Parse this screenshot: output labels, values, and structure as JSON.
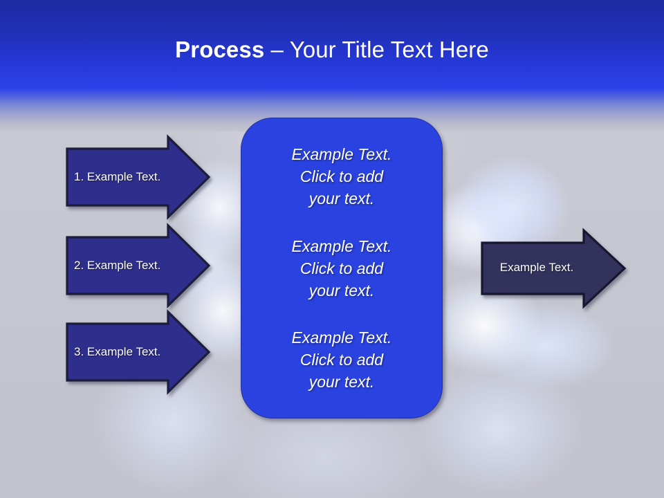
{
  "slide": {
    "title": {
      "emphasis": "Process",
      "separator": " – ",
      "rest": "Your Title Text Here",
      "full": "Process – Your Title Text Here"
    },
    "colors": {
      "band_top": "#1d2aa0",
      "band_bright": "#2b41e8",
      "background": "#c6c6d0",
      "input_arrow_fill": "#2e2e8c",
      "input_arrow_stroke": "#1a1a3a",
      "output_arrow_fill": "#33335c",
      "output_arrow_stroke": "#14142e",
      "center_panel_fill": "#2a43e0",
      "center_panel_stroke": "#21309e",
      "text": "#ffffff"
    }
  },
  "input_arrows": [
    {
      "label": "1. Example Text."
    },
    {
      "label": "2. Example Text."
    },
    {
      "label": "3. Example Text."
    }
  ],
  "center_panel": {
    "blocks": [
      {
        "text": "Example Text.\nClick  to add\nyour text."
      },
      {
        "text": "Example Text.\nClick  to add\nyour text."
      },
      {
        "text": "Example Text.\nClick  to add\nyour text."
      }
    ]
  },
  "output_arrow": {
    "label": "Example Text."
  }
}
